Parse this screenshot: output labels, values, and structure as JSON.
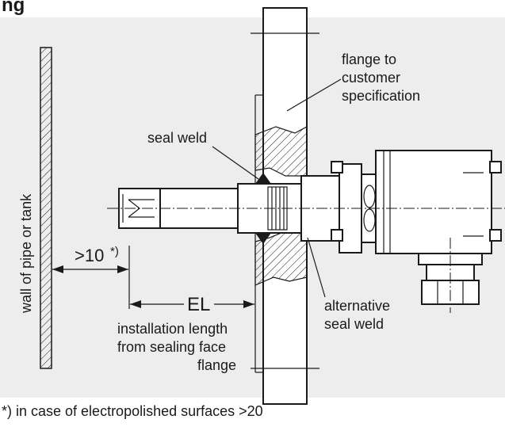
{
  "header": {
    "title_fragment": "ng"
  },
  "labels": {
    "flange_line1": "flange to",
    "flange_line2": "customer",
    "flange_line3": "specification",
    "seal_weld": "seal weld",
    "wall_text": "wall of pipe or tank",
    "distance_value": ">10",
    "distance_mark": "*)",
    "el_label": "EL",
    "install_line1": "installation length",
    "install_line2": "from sealing face",
    "install_line3": "flange",
    "alt_line1": "alternative",
    "alt_line2": "seal weld"
  },
  "footnote": {
    "text": "*) in case of electropolished surfaces >20"
  },
  "colors": {
    "panel": "#ededed",
    "ink": "#1a1a1a",
    "paper": "#ffffff"
  }
}
